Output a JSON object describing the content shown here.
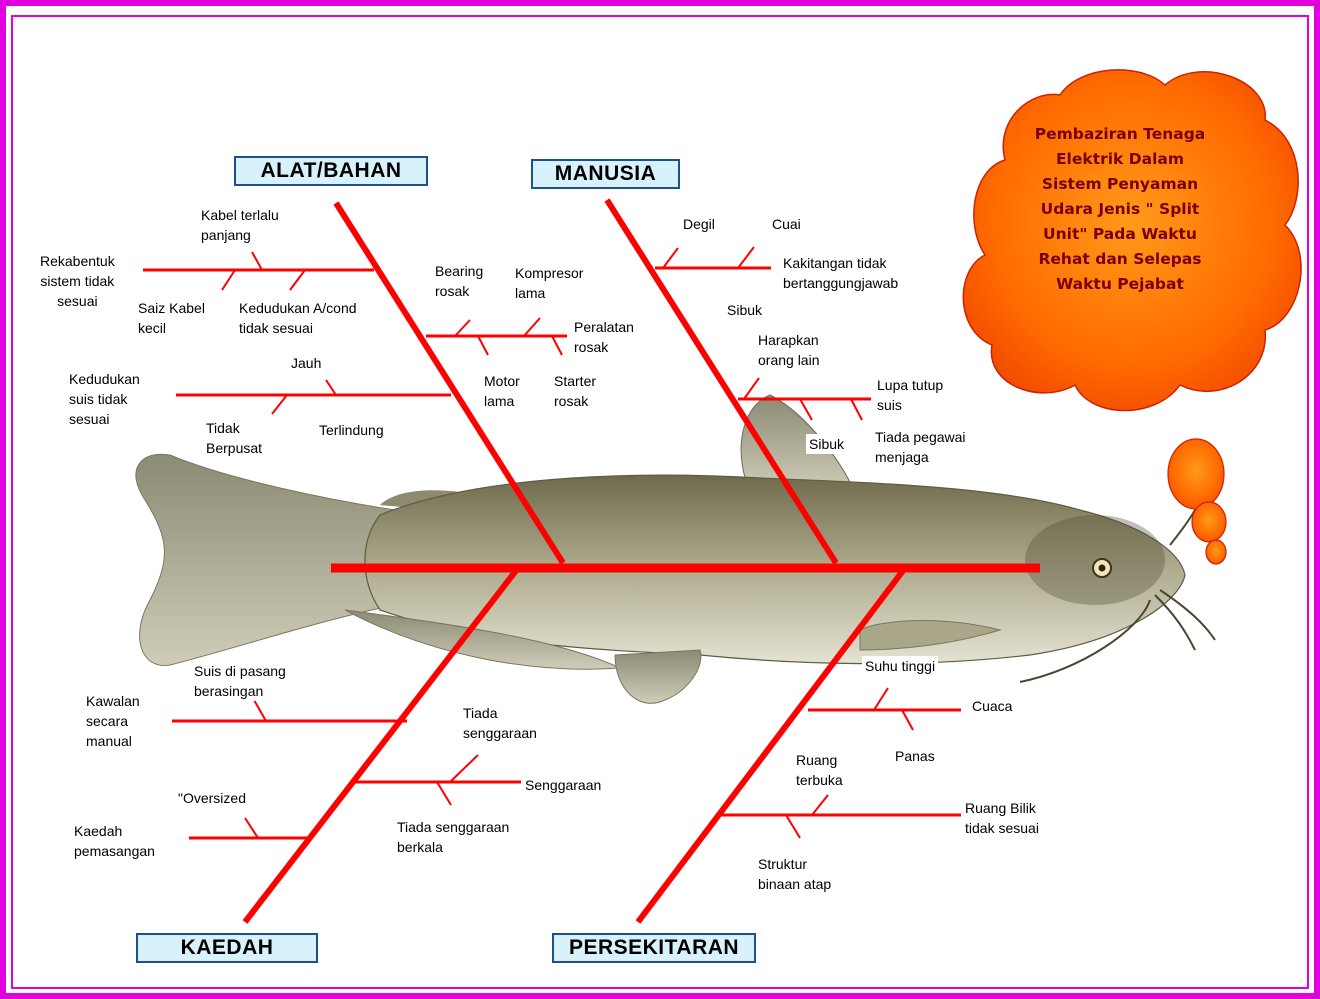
{
  "problem": "Pembaziran Tenaga\nElektrik Dalam\nSistem Penyaman\nUdara Jenis \" Split\nUnit\" Pada Waktu\nRehat dan Selepas\nWaktu Pejabat",
  "colors": {
    "frame": "#e000e0",
    "bone": "#ff0000",
    "category_fill": "#d8f2fb",
    "category_border": "#1f4f8f",
    "cloud": "#ff6600"
  },
  "categories": {
    "alat_bahan": "ALAT/BAHAN",
    "manusia": "MANUSIA",
    "kaedah": "KAEDAH",
    "persekitaran": "PERSEKITARAN"
  },
  "causes": {
    "kabel_terlalu_panjang": "Kabel terlalu\npanjang",
    "rekabentuk": "Rekabentuk\nsistem tidak\nsesuai",
    "saiz_kabel": "Saiz Kabel\nkecil",
    "kedudukan_acond": "Kedudukan A/cond\ntidak sesuai",
    "bearing": "Bearing\nrosak",
    "kompresor": "Kompresor\nlama",
    "peralatan": "Peralatan\nrosak",
    "motor": "Motor\nlama",
    "starter": "Starter\nrosak",
    "jauh": "Jauh",
    "kedudukan_suis": "Kedudukan\nsuis tidak\nsesuai",
    "tidak_berpusat": "Tidak\nBerpusat",
    "terlindung": "Terlindung",
    "degil": "Degil",
    "cuai": "Cuai",
    "kakitangan": "Kakitangan tidak\nbertanggungjawab",
    "sibuk_1": "Sibuk",
    "harapkan": "Harapkan\norang lain",
    "lupa": "Lupa tutup\nsuis",
    "sibuk_2": "Sibuk",
    "tiada_pegawai": "Tiada pegawai\nmenjaga",
    "suis_dipasang": "Suis di pasang\nberasingan",
    "kawalan": "Kawalan\nsecara\nmanual",
    "tiada_senggaraan": "Tiada\nsenggaraan",
    "senggaraan": "Senggaraan",
    "oversized": "\"Oversized",
    "kaedah_pemasangan": "Kaedah\npemasangan",
    "tiada_senggaraan_berkala": "Tiada senggaraan\nberkala",
    "suhu_tinggi": "Suhu tinggi",
    "cuaca": "Cuaca",
    "panas": "Panas",
    "ruang_terbuka": "Ruang\nterbuka",
    "ruang_bilik": "Ruang Bilik\ntidak sesuai",
    "struktur": "Struktur\nbinaan atap"
  }
}
